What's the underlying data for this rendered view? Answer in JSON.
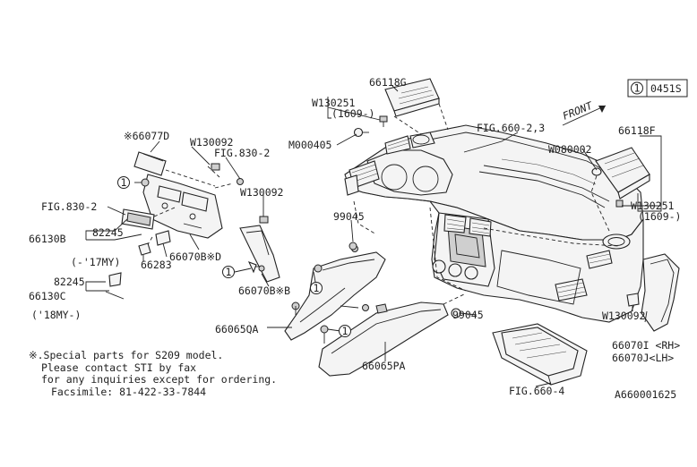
{
  "labels": {
    "p66118G": "66118G",
    "w130251_top": "W130251",
    "w130251_top_note": "(1609-)",
    "m000405": "M000405",
    "fig660_23": "FIG.660-2,3",
    "front": "FRONT",
    "w080002": "W080002",
    "p66118F": "66118F",
    "w130251_right": "W130251",
    "w130251_right_note": "(1609-)",
    "p66077D": "※66077D",
    "w130092_a": "W130092",
    "fig830_2_top": "FIG.830-2",
    "fig830_2_left": "FIG.830-2",
    "w130092_b": "W130092",
    "p99045_a": "99045",
    "p66130B": "66130B",
    "p82245_a": "82245",
    "my17": "(-'17MY)",
    "p66283": "66283",
    "p66070BD": "66070B※D",
    "p82245_b": "82245",
    "p66130C": "66130C",
    "my18": "('18MY-)",
    "p66070BB": "66070B※B",
    "p66065QA": "66065QA",
    "p99045_b": "99045",
    "w130092_c": "W130092",
    "p66070I": "66070I <RH>",
    "p66070J": "66070J<LH>",
    "p66065PA": "66065PA",
    "fig660_4": "FIG.660-4",
    "diagram_id": "A660001625",
    "ref_number": "0451S",
    "circle_one": "1"
  },
  "note": {
    "line1": "※.Special parts for S209 model.",
    "line2": "Please contact STI by fax",
    "line3": "for any inquiries except for ordering.",
    "line4": "Facsimile: 81-422-33-7844"
  }
}
